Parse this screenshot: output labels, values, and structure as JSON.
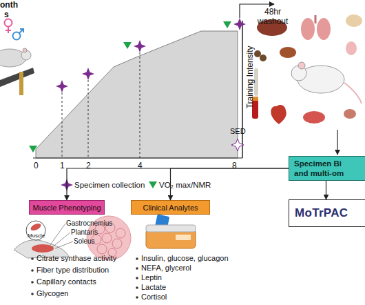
{
  "diagram": {
    "nodes": [
      {
        "text": [
          "Specimen Bi and multi-om"
        ]
      },
      {
        "text": [
          "Muscle Phenotyping"
        ]
      },
      {
        "text": [
          "Clinical Analytes"
        ]
      },
      {
        "text": [
          "MoTrPAC"
        ]
      }
    ],
    "edges": [
      {
        "from": 0,
        "to": 1,
        "arrow": "to"
      },
      {
        "from": 0,
        "to": 2,
        "arrow": "to"
      },
      {
        "from": 0,
        "to": 3,
        "arrow": "to"
      }
    ],
    "labels": [
      "onth",
      "s",
      "0",
      "1",
      "2",
      "4",
      "8",
      "48hr washout",
      "Training Intensity",
      "SED",
      "Muscle",
      "Gastrocnemius",
      "Plantaris",
      "Soleus",
      "Citrate synthase activity",
      "Fiber type distribution",
      "Capillary contacts",
      "Glycogen",
      "Insulin, glucose, glucagon",
      "NEFA, glycerol",
      "Leptin",
      "Lactate",
      "Cortisol"
    ],
    "legend": [
      {
        "text": "Specimen collection"
      },
      {
        "text": "VO₂ max/NMR"
      }
    ]
  }
}
